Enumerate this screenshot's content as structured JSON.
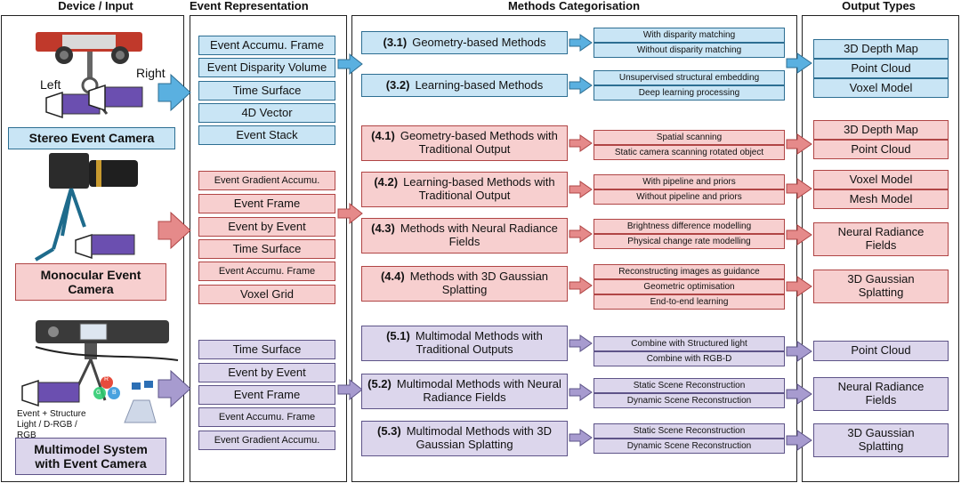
{
  "headers": {
    "device": "Device / Input",
    "representation": "Event Representation",
    "methods": "Methods Categorisation",
    "outputs": "Output Types"
  },
  "devices": {
    "stereo": {
      "label": "Stereo Event Camera",
      "left": "Left",
      "right": "Right"
    },
    "mono": {
      "label": "Monocular Event Camera"
    },
    "multi": {
      "label": "Multimodel System with Event Camera",
      "caption": "Event + Structure Light / D-RGB / RGB",
      "rgb_letters": [
        "R",
        "G",
        "B"
      ]
    }
  },
  "representations": {
    "stereo": [
      "Event Accumu. Frame",
      "Event Disparity Volume",
      "Time Surface",
      "4D Vector",
      "Event Stack"
    ],
    "mono": [
      "Event Gradient Accumu.",
      "Event Frame",
      "Event by Event",
      "Time Surface",
      "Event Accumu. Frame",
      "Voxel Grid"
    ],
    "multi": [
      "Time Surface",
      "Event by Event",
      "Event Frame",
      "Event Accumu. Frame",
      "Event Gradient Accumu."
    ]
  },
  "methods": [
    {
      "num": "(3.1)",
      "title": "Geometry-based Methods",
      "subs": [
        "With disparity matching",
        "Without disparity matching"
      ]
    },
    {
      "num": "(3.2)",
      "title": "Learning-based Methods",
      "subs": [
        "Unsupervised structural embedding",
        "Deep learning processing"
      ]
    },
    {
      "num": "(4.1)",
      "title": "Geometry-based Methods with Traditional Output",
      "subs": [
        "Spatial scanning",
        "Static camera scanning rotated object"
      ]
    },
    {
      "num": "(4.2)",
      "title": "Learning-based Methods with Traditional Output",
      "subs": [
        "With pipeline and priors",
        "Without pipeline and priors"
      ]
    },
    {
      "num": "(4.3)",
      "title": "Methods with Neural Radiance Fields",
      "subs": [
        "Brightness difference modelling",
        "Physical change rate modelling"
      ]
    },
    {
      "num": "(4.4)",
      "title": "Methods with 3D Gaussian Splatting",
      "subs": [
        "Reconstructing images as guidance",
        "Geometric optimisation",
        "End-to-end learning"
      ]
    },
    {
      "num": "(5.1)",
      "title": "Multimodal Methods with Traditional Outputs",
      "subs": [
        "Combine with Structured light",
        "Combine with RGB-D"
      ]
    },
    {
      "num": "(5.2)",
      "title": "Multimodal Methods with Neural Radiance Fields",
      "subs": [
        "Static Scene Reconstruction",
        "Dynamic Scene Reconstruction"
      ]
    },
    {
      "num": "(5.3)",
      "title": "Multimodal Methods with 3D Gaussian Splatting",
      "subs": [
        "Static Scene Reconstruction",
        "Dynamic Scene Reconstruction"
      ]
    }
  ],
  "outputs": {
    "stereo": [
      "3D Depth Map",
      "Point Cloud",
      "Voxel Model"
    ],
    "o41": [
      "3D Depth Map",
      "Point Cloud"
    ],
    "o42": [
      "Voxel Model",
      "Mesh Model"
    ],
    "o43": [
      "Neural Radiance Fields"
    ],
    "o44": [
      "3D Gaussian Splatting"
    ],
    "o51": [
      "Point Cloud"
    ],
    "o52": [
      "Neural Radiance Fields"
    ],
    "o53": [
      "3D Gaussian Splatting"
    ]
  },
  "colors": {
    "stereo_fill": "#c9e5f5",
    "stereo_arrow": "#5ab0e0",
    "mono_fill": "#f7cfcf",
    "mono_arrow": "#e58a8a",
    "multi_fill": "#dcd6ec",
    "multi_arrow": "#a79bcf"
  }
}
